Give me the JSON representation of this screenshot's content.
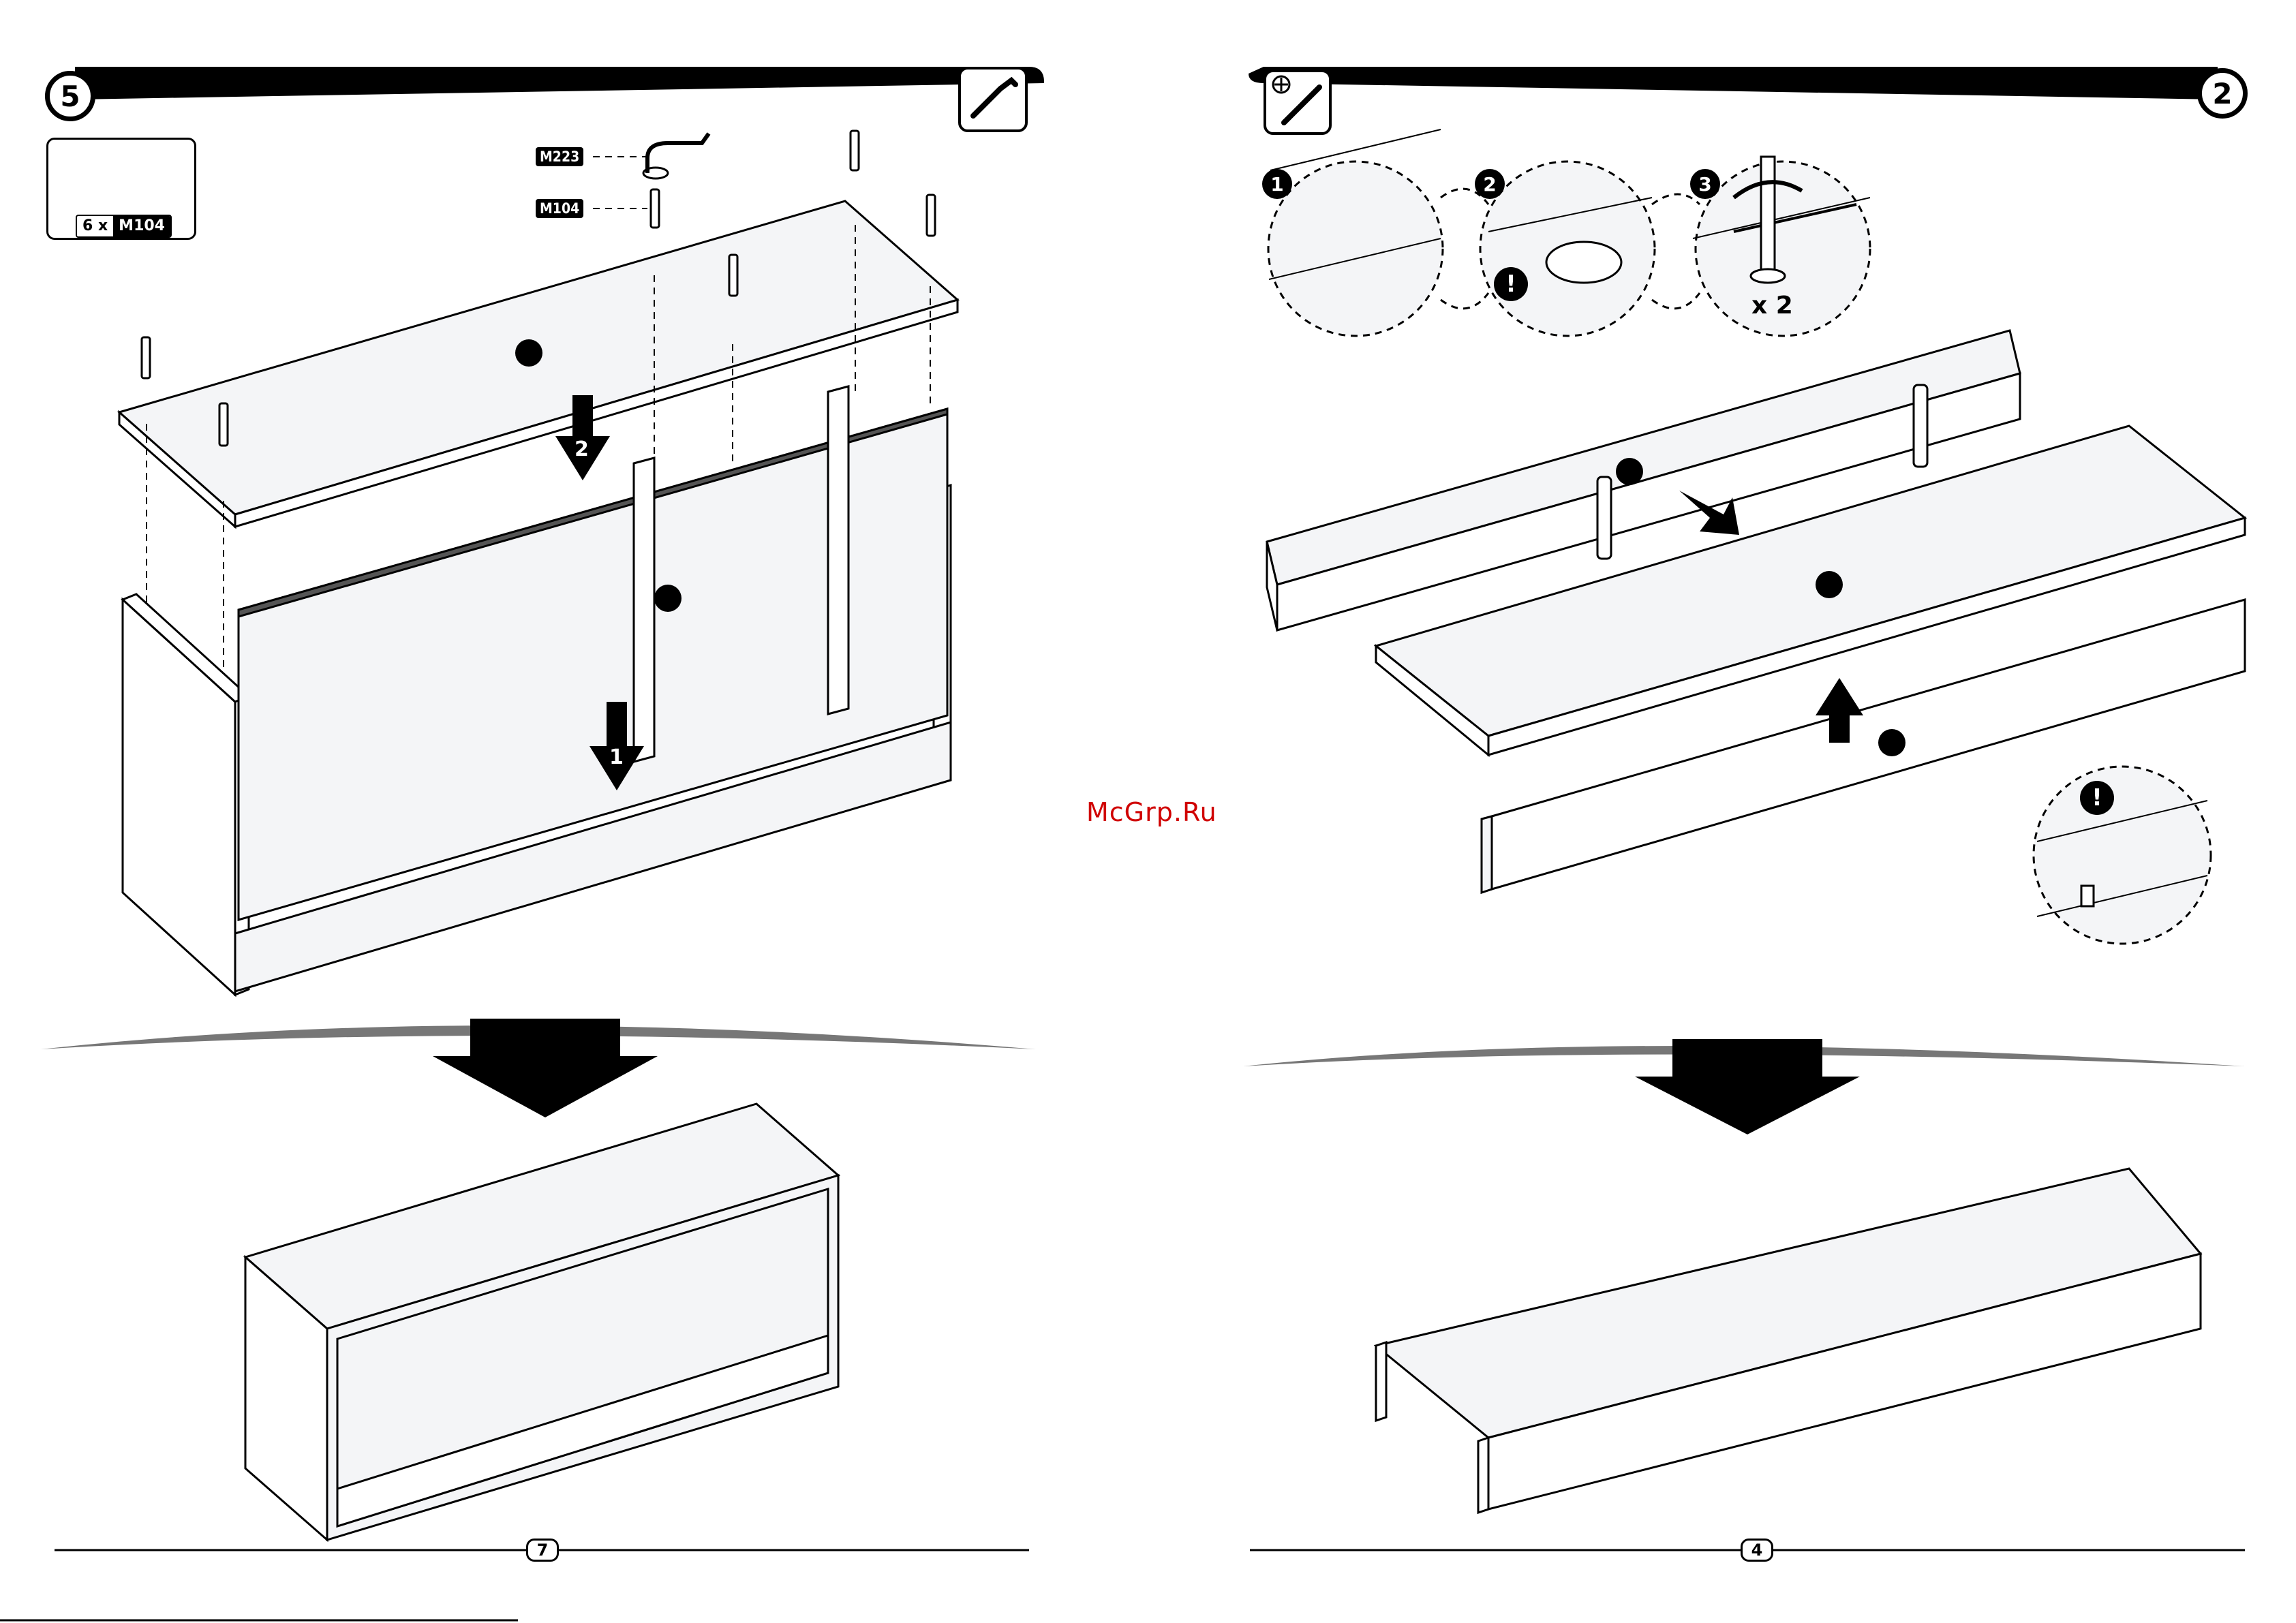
{
  "watermark": "McGrp.Ru",
  "left_page": {
    "step_number": "5",
    "tool_icon": "allen-key-icon",
    "hardware": {
      "quantity_prefix": "6 x",
      "quantity_code": "M104"
    },
    "part_codes": {
      "allen_key": "M223",
      "screw": "M104"
    },
    "arrow_labels": [
      "2",
      "1"
    ],
    "page_number": "7"
  },
  "right_page": {
    "step_number": "2",
    "tool_icon": "screwdriver-icon",
    "detail_steps": [
      "1",
      "2",
      "3"
    ],
    "warning_symbol": "!",
    "repeat_label": "x 2",
    "page_number": "4"
  }
}
